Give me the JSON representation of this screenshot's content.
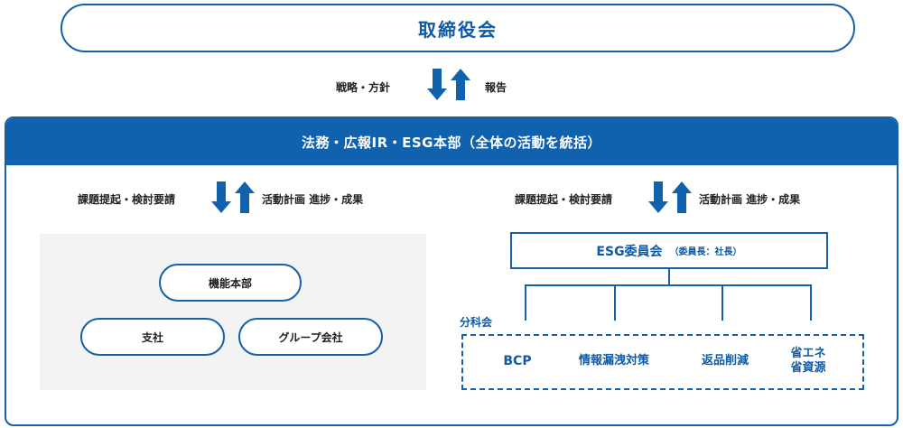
{
  "board": {
    "label": "取締役会"
  },
  "top_flow": {
    "down_label": "戦略・方針",
    "up_label": "報告"
  },
  "department": {
    "title": "法務・広報IR・ESG本部（全体の活動を統括）"
  },
  "left_flow": {
    "down_label": "課題提起・検討要請",
    "up_label": "活動計画 進捗・成果"
  },
  "right_flow": {
    "down_label": "課題提起・検討要請",
    "up_label": "活動計画 進捗・成果"
  },
  "left_units": {
    "top": "機能本部",
    "bottom_left": "支社",
    "bottom_right": "グループ会社"
  },
  "esg_committee": {
    "label": "ESG委員会",
    "sub": "（委員長：社長）"
  },
  "subcommittees": {
    "label": "分科会",
    "items": [
      "BCP",
      "情報漏洩対策",
      "返品削減",
      "省エネ\n省資源"
    ]
  },
  "colors": {
    "primary": "#1061ae",
    "panel": "#f3f3f3"
  }
}
